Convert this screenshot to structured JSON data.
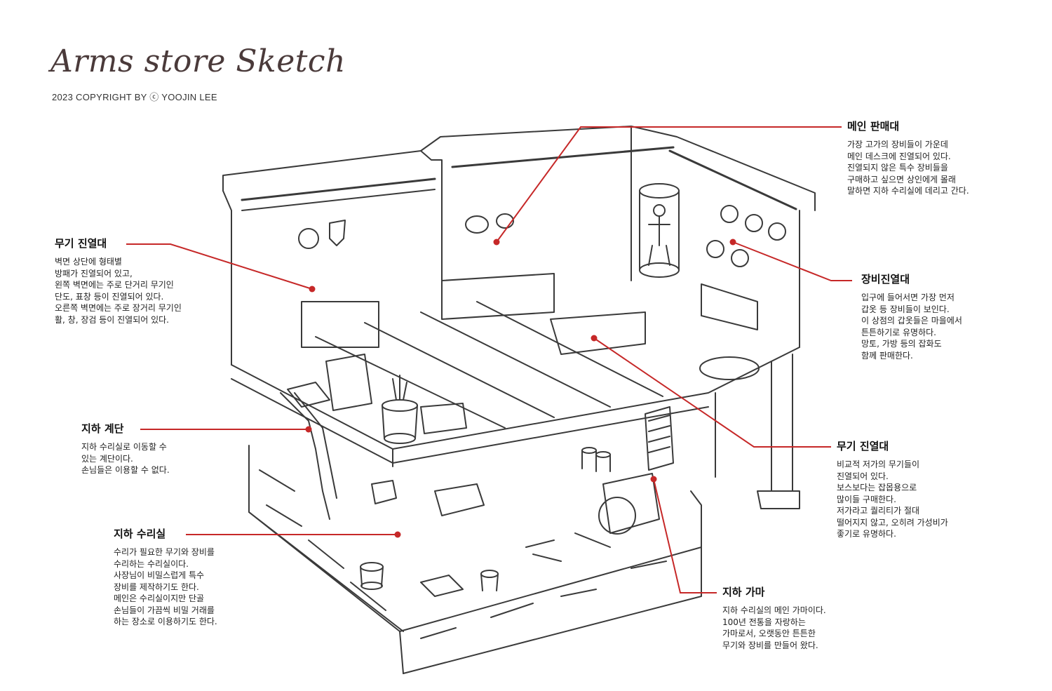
{
  "header": {
    "title": "Arms store Sketch",
    "copyright": "2023 COPYRIGHT BY ⓒ YOOJIN LEE"
  },
  "accent_color": "#c62828",
  "callouts": {
    "main_counter": {
      "title": "메인 판매대",
      "text": "가장 고가의 장비들이 가운데\n메인 데스크에 진열되어 있다.\n진열되지 않은 특수 장비들을\n구매하고 싶으면 상인에게 몰래\n말하면 지하 수리실에 데리고 간다."
    },
    "weapon_display_left": {
      "title": "무기 진열대",
      "text": "벽면 상단에 형태별\n방패가 진열되어 있고,\n왼쪽 벽면에는 주로 단거리 무기인\n단도, 표창 등이 진열되어 있다.\n오른쪽 벽면에는 주로 장거리 무기인\n활, 창, 장검 등이 진열되어 있다."
    },
    "equipment_display": {
      "title": "장비진열대",
      "text": "입구에 들어서면 가장 먼저\n갑옷 등 장비들이 보인다.\n이 상점의 갑옷들은 마을에서\n튼튼하기로 유명하다.\n망토, 가방 등의 잡화도\n함께 판매한다."
    },
    "basement_stairs": {
      "title": "지하 계단",
      "text": "지하 수리실로 이동할 수\n있는 계단이다.\n손님들은 이용할 수 없다."
    },
    "weapon_display_right": {
      "title": "무기 진열대",
      "text": "비교적 저가의 무기들이\n진열되어 있다.\n보스보다는 잡몹용으로\n많이들 구매한다.\n저가라고 퀄리티가 절대\n떨어지지 않고, 오히려 가성비가\n좋기로 유명하다."
    },
    "repair_room": {
      "title": "지하 수리실",
      "text": "수리가 필요한 무기와 장비를\n수리하는 수리실이다.\n사장님이 비밀스럽게 특수\n장비를 제작하기도 한다.\n메인은 수리실이지만 단골\n손님들이 가끔씩 비밀 거래를\n하는 장소로 이용하기도 한다."
    },
    "furnace": {
      "title": "지하 가마",
      "text": "지하 수리실의 메인 가마이다.\n100년 전통을 자랑하는\n가마로서, 오랫동안 튼튼한\n무기와 장비를 만들어 왔다."
    }
  }
}
